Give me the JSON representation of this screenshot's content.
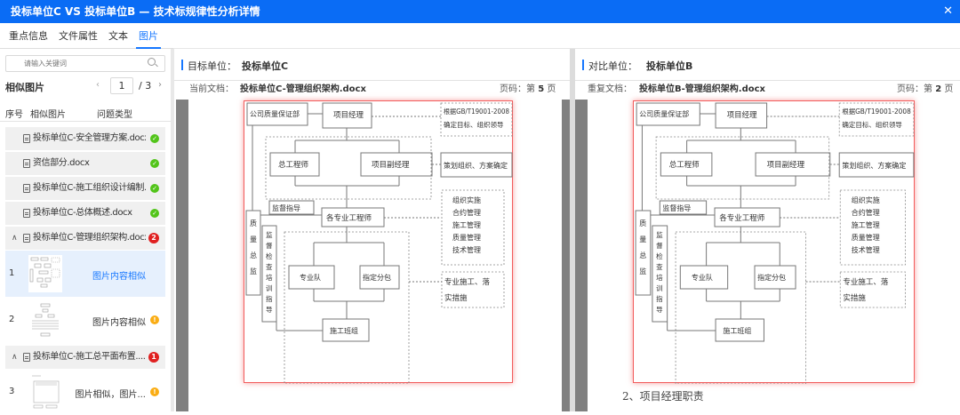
{
  "window": {
    "title": "投标单位C VS 投标单位B — 技术标规律性分析详情",
    "close_icon": "close-icon"
  },
  "tabs": [
    {
      "label": "重点信息",
      "active": false
    },
    {
      "label": "文件属性",
      "active": false
    },
    {
      "label": "文本",
      "active": false
    },
    {
      "label": "图片",
      "active": true
    }
  ],
  "sidebar": {
    "search_placeholder": "请输入关键词",
    "section_title": "相似图片",
    "pager": {
      "prev": "‹",
      "current": "1",
      "total": "/ 3",
      "next": "›"
    },
    "columns": {
      "index": "序号",
      "image": "相似图片",
      "issue": "问题类型"
    },
    "files": [
      {
        "name": "投标单位C-安全管理方案.docx",
        "status": "ok",
        "expanded": false
      },
      {
        "name": "资信部分.docx",
        "status": "ok",
        "expanded": false
      },
      {
        "name": "投标单位C-施工组织设计编制...",
        "status": "ok",
        "expanded": false
      },
      {
        "name": "投标单位C-总体概述.docx",
        "status": "ok",
        "expanded": false
      },
      {
        "name": "投标单位C-管理组织架构.docx",
        "status": "count",
        "count": "2",
        "expanded": true,
        "images": [
          {
            "index": "1",
            "issue": "图片内容相似",
            "active": true
          },
          {
            "index": "2",
            "issue": "图片内容相似",
            "active": false,
            "status": "warn"
          }
        ]
      },
      {
        "name": "投标单位C-施工总平面布置....",
        "status": "count",
        "count": "1",
        "expanded": true,
        "images": [
          {
            "index": "3",
            "issue": "图片相似，图片...",
            "active": false,
            "status": "warn"
          }
        ]
      }
    ],
    "chevron_up": "^"
  },
  "target": {
    "unit_label": "目标单位：",
    "unit_name": "投标单位C",
    "doc_label": "当前文档：",
    "doc_name": "投标单位C-管理组织架构.docx",
    "page_prefix": "页码：第",
    "page_num": "5",
    "page_suffix": "页"
  },
  "compare": {
    "unit_label": "对比单位：",
    "unit_name": "投标单位B",
    "doc_label": "重复文档：",
    "doc_name": "投标单位B-管理组织架构.docx",
    "page_prefix": "页码：第",
    "page_num": "2",
    "page_suffix": "页",
    "caption": "2、项目经理职责"
  },
  "org_chart": {
    "qa_dept": "公司质量保证部",
    "pm": "项目经理",
    "basis": [
      "根据GB/T19001-2008",
      "确定目标、组织领导"
    ],
    "chief_engineer": "总工程师",
    "deputy_pm": "项目副经理",
    "planning": "策划组织、方案确定",
    "supervision": "监督指导",
    "quality_director": [
      "质",
      "量",
      "总",
      "监"
    ],
    "inspection": [
      "监",
      "督",
      "检",
      "查",
      "培",
      "训",
      "指",
      "导"
    ],
    "specialist_engineers": "各专业工程师",
    "mgmt_list": [
      "组织实施",
      "合约管理",
      "施工管理",
      "质量管理",
      "技术管理"
    ],
    "team": "专业队",
    "subcontract": "指定分包",
    "implementation": [
      "专业施工、落",
      "实措施"
    ],
    "crew": "施工班组"
  },
  "colors": {
    "accent": "#1677ff",
    "titlebar": "#0a6cf5",
    "ok": "#52c41a",
    "error": "#e02020",
    "warn": "#faad14",
    "highlight": "#f25c5c"
  }
}
